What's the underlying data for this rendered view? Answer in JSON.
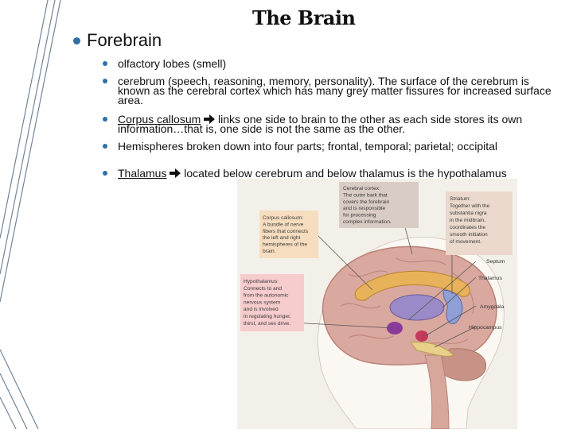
{
  "title": "The Brain",
  "heading": "Forebrain",
  "bullets": {
    "b1": "olfactory lobes (smell)",
    "b2": "cerebrum (speech, reasoning, memory, personality).  The surface of the cerebrum is known as the cerebral cortex which has many grey matter fissures for increased surface area.",
    "b3_term": "Corpus callosum",
    "b3_rest": "links one side to brain to the other as each side stores its own information…that is, one side is not the same as the other.",
    "b4": "Hemispheres broken down into four parts; frontal, temporal; parietal; occipital",
    "b5_term": "Thalamus",
    "b5_rest": "located below cerebrum and below thalamus is the hypothalamus"
  },
  "figure": {
    "cortex_box": [
      "Cerebral cortex:",
      "The outer bark that",
      "covers the forebrain",
      "and is responsible",
      "for processing",
      "complex information."
    ],
    "striatum_box": [
      "Striatum:",
      "Together with the",
      "substantia nigra",
      "in the midbrain,",
      "coordinates the",
      "smooth initiation",
      "of movement."
    ],
    "callosum_box": [
      "Corpus callosum:",
      "A bundle of nerve",
      "fibers that connects",
      "the left and right",
      "hemispheres of the",
      "brain."
    ],
    "hypothalamus_box": [
      "Hypothalamus:",
      "Connects to and",
      "from the autonomic",
      "nervous system",
      "and is involved",
      "in regulating hunger,",
      "thirst, and sex drive."
    ],
    "labels": {
      "thalamus": "Thalamus",
      "septum": "Septum",
      "amygdala": "Amygdala",
      "hippocampus": "Hippocampus"
    },
    "colors": {
      "cortex_box": "#d9ccc4",
      "striatum_box": "#ead9cc",
      "callosum_box": "#f6ddbf",
      "hypothalamus_box": "#f6cccc",
      "callosum": "#e8b25a",
      "thalamus": "#9a8bc8",
      "hypothalamus": "#8a3b9a",
      "amygdala": "#c23a5a"
    }
  }
}
